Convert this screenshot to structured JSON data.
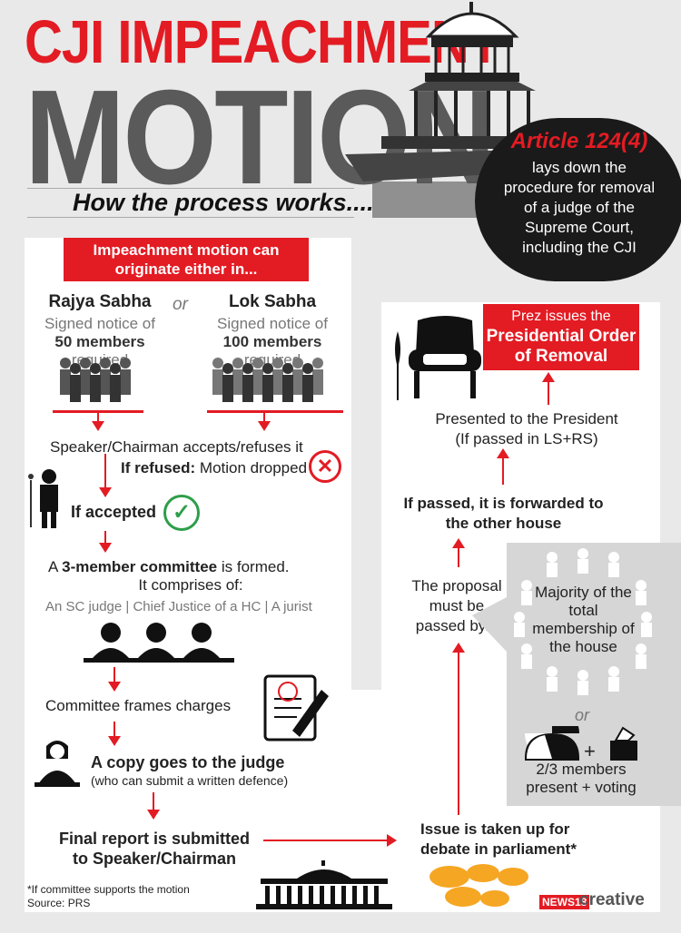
{
  "header": {
    "title_line1": "CJI IMPEACHMENT",
    "title_line2": "MOTION",
    "subtitle": "How the process works...."
  },
  "article": {
    "heading": "Article 124(4)",
    "body": "lays down the procedure for removal of a judge of the Supreme Court, including the CJI"
  },
  "origin": {
    "banner": "Impeachment motion can originate either in...",
    "or_label": "or",
    "rajya": {
      "name": "Rajya Sabha",
      "line1": "Signed notice of",
      "count": "50 members",
      "suffix": " required"
    },
    "lok": {
      "name": "Lok Sabha",
      "line1": "Signed notice of",
      "count": "100 members",
      "suffix": " required"
    }
  },
  "steps": {
    "speaker": "Speaker/Chairman accepts/refuses it",
    "refused_bold": "If refused:",
    "refused_rest": " Motion dropped",
    "accepted": "If accepted",
    "committee_pre": "A ",
    "committee_bold": "3-member committee",
    "committee_post": " is formed.",
    "comprises": "It comprises of:",
    "members": "An SC judge | Chief Justice of a HC | A jurist",
    "frames": "Committee frames charges",
    "copy": "A copy goes to the judge",
    "copy_sub": "(who can submit a written defence)",
    "final": "Final report is submitted to Speaker/Chairman",
    "debate": "Issue is taken up for debate in parliament*"
  },
  "right": {
    "prez_line1": "Prez issues the",
    "prez_line2": "Presidential Order",
    "prez_line3": "of Removal",
    "presented": "Presented to the President",
    "presented_sub": "(If passed in LS+RS)",
    "forwarded": "If passed, it is forwarded to the other house",
    "proposal": "The proposal must be passed by...",
    "majority": "Majority of the total membership of the house",
    "or_label": "or",
    "plus": "+",
    "two_thirds": "2/3 members present + voting"
  },
  "footer": {
    "note": "*If committee supports the motion",
    "source": "Source: PRS",
    "brand_news": "NEWS18",
    "brand_creative": "creative"
  },
  "colors": {
    "accent": "#e31b23",
    "dark": "#1a1a1a",
    "grey": "#5a5a5a",
    "check": "#2e9e4a"
  }
}
